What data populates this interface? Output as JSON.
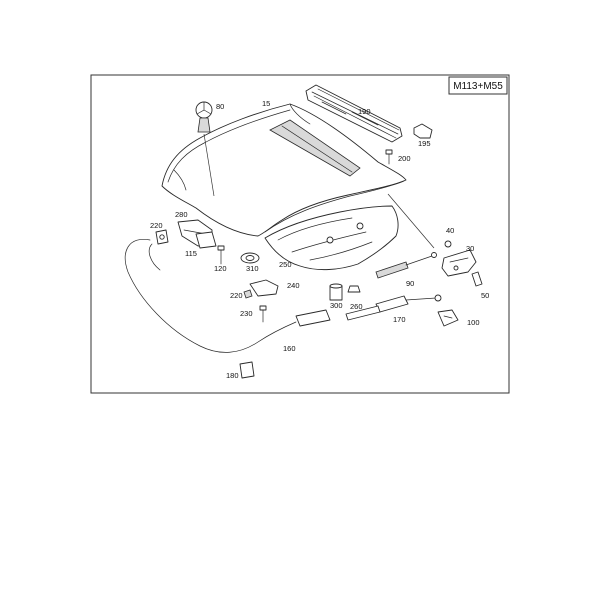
{
  "diagram": {
    "model_label": "M113+M55",
    "callouts": [
      {
        "id": "80",
        "text": "80"
      },
      {
        "id": "15",
        "text": "15"
      },
      {
        "id": "190",
        "text": "190"
      },
      {
        "id": "195",
        "text": "195"
      },
      {
        "id": "200",
        "text": "200"
      },
      {
        "id": "220a",
        "text": "220"
      },
      {
        "id": "280",
        "text": "280"
      },
      {
        "id": "115",
        "text": "115"
      },
      {
        "id": "120",
        "text": "120"
      },
      {
        "id": "310",
        "text": "310"
      },
      {
        "id": "250",
        "text": "250"
      },
      {
        "id": "40",
        "text": "40"
      },
      {
        "id": "30",
        "text": "30"
      },
      {
        "id": "50",
        "text": "50"
      },
      {
        "id": "240",
        "text": "240"
      },
      {
        "id": "220b",
        "text": "220"
      },
      {
        "id": "300",
        "text": "300"
      },
      {
        "id": "260",
        "text": "260"
      },
      {
        "id": "90",
        "text": "90"
      },
      {
        "id": "230",
        "text": "230"
      },
      {
        "id": "170",
        "text": "170"
      },
      {
        "id": "100",
        "text": "100"
      },
      {
        "id": "160",
        "text": "160"
      },
      {
        "id": "180",
        "text": "180"
      }
    ]
  }
}
